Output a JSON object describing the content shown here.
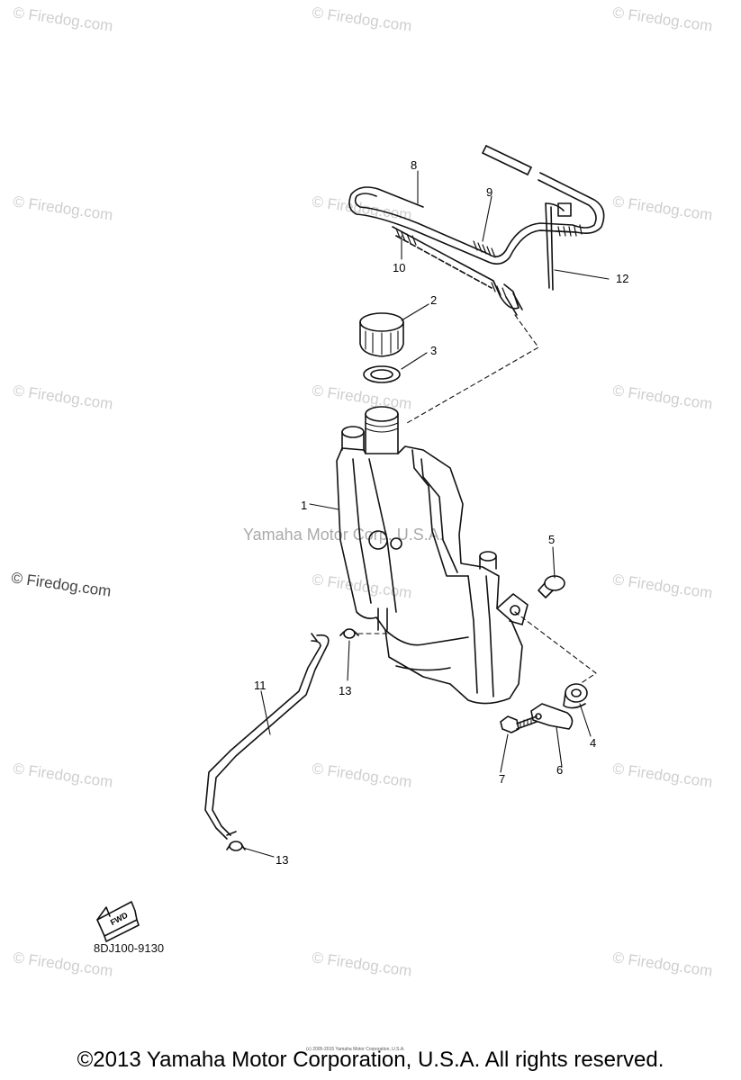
{
  "watermark_text": "© Firedog.com",
  "center_watermark": "Yamaha Motor Corp. U.S.A.",
  "callouts": [
    {
      "id": "1",
      "label": "1"
    },
    {
      "id": "2",
      "label": "2"
    },
    {
      "id": "3",
      "label": "3"
    },
    {
      "id": "4",
      "label": "4"
    },
    {
      "id": "5",
      "label": "5"
    },
    {
      "id": "6",
      "label": "6"
    },
    {
      "id": "7",
      "label": "7"
    },
    {
      "id": "8",
      "label": "8"
    },
    {
      "id": "9",
      "label": "9"
    },
    {
      "id": "10",
      "label": "10"
    },
    {
      "id": "11",
      "label": "11"
    },
    {
      "id": "12",
      "label": "12"
    },
    {
      "id": "13a",
      "label": "13"
    },
    {
      "id": "13b",
      "label": "13"
    }
  ],
  "fwd_label": "FWD",
  "part_code": "8DJ100-9130",
  "tiny_copyright": "(c) 2005-2015 Yamaha Motor Corporation, U.S.A.",
  "footer": "©2013 Yamaha Motor Corporation, U.S.A. All rights reserved."
}
